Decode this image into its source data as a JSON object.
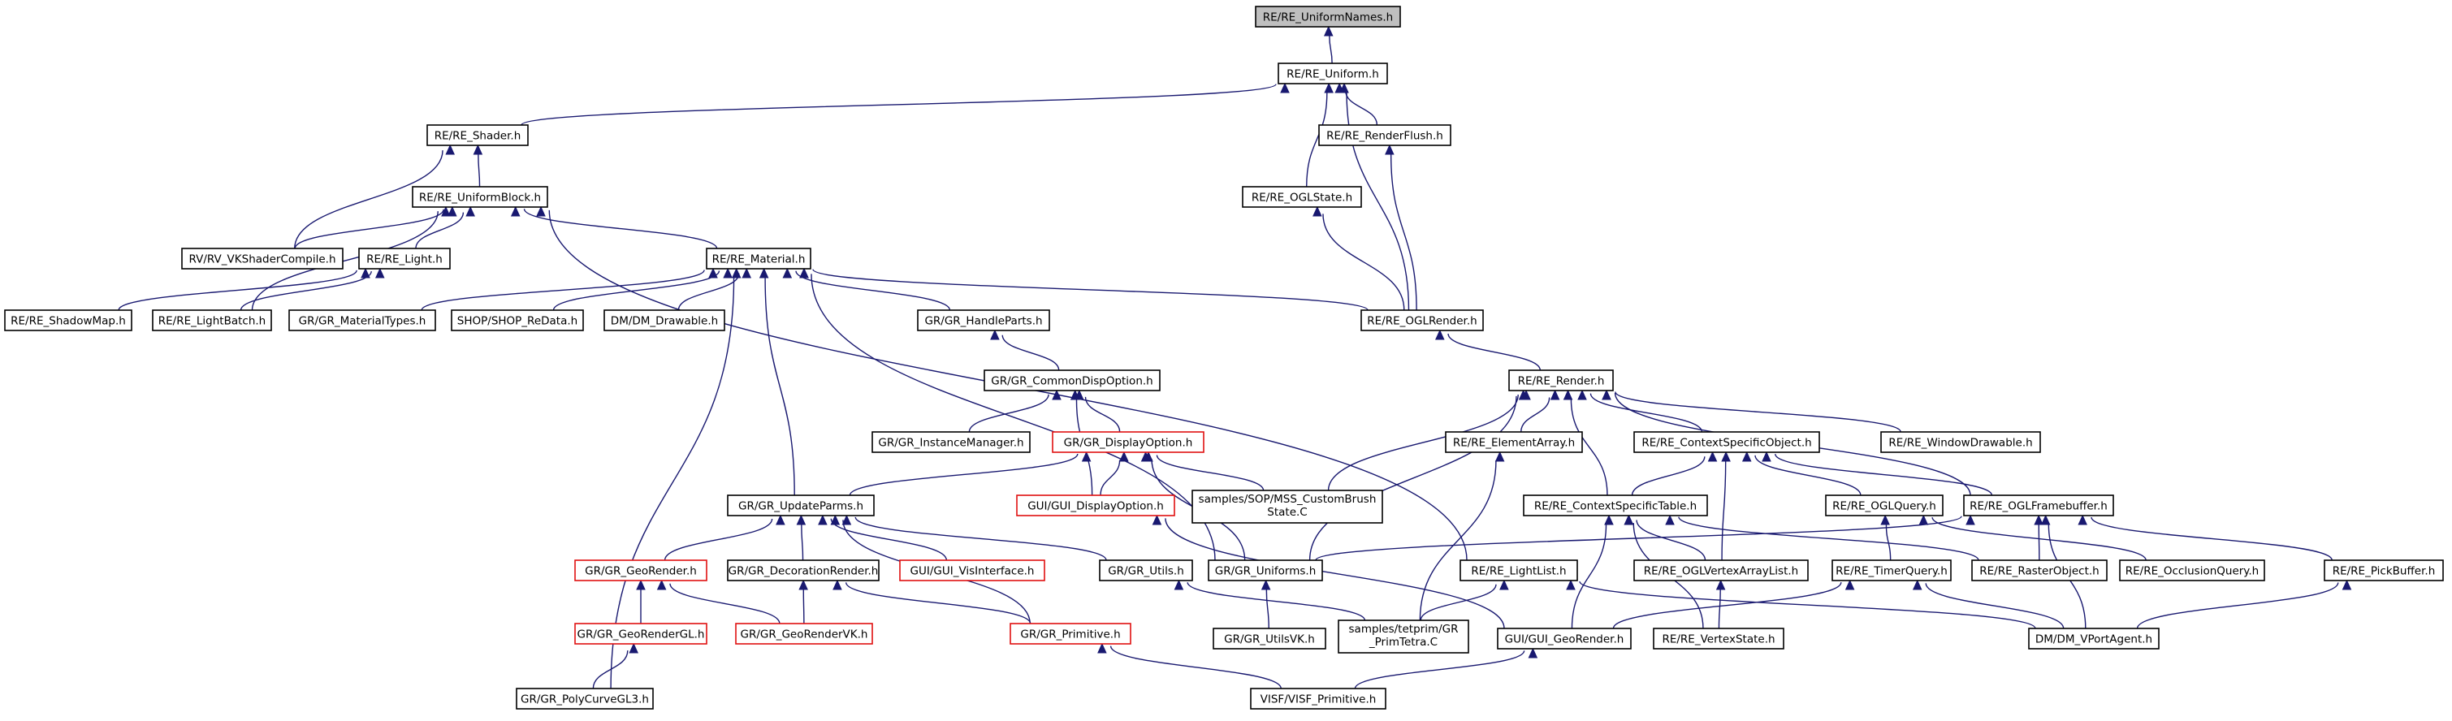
{
  "graph": {
    "edge_color": "#191970",
    "root_fill": "#bfbfbf",
    "truncated_border": "#e01010",
    "nodes": [
      {
        "id": "uniformnames",
        "label": "RE/RE_UniformNames.h",
        "root": true
      },
      {
        "id": "uniform",
        "label": "RE/RE_Uniform.h"
      },
      {
        "id": "shader",
        "label": "RE/RE_Shader.h"
      },
      {
        "id": "renderflush",
        "label": "RE/RE_RenderFlush.h"
      },
      {
        "id": "uniformblock",
        "label": "RE/RE_UniformBlock.h"
      },
      {
        "id": "oglstate",
        "label": "RE/RE_OGLState.h"
      },
      {
        "id": "vkshader",
        "label": "RV/RV_VKShaderCompile.h"
      },
      {
        "id": "light",
        "label": "RE/RE_Light.h"
      },
      {
        "id": "material",
        "label": "RE/RE_Material.h"
      },
      {
        "id": "shadowmap",
        "label": "RE/RE_ShadowMap.h"
      },
      {
        "id": "lightbatch",
        "label": "RE/RE_LightBatch.h"
      },
      {
        "id": "mattypes",
        "label": "GR/GR_MaterialTypes.h"
      },
      {
        "id": "shopredata",
        "label": "SHOP/SHOP_ReData.h"
      },
      {
        "id": "dmdrawable",
        "label": "DM/DM_Drawable.h"
      },
      {
        "id": "handleparts",
        "label": "GR/GR_HandleParts.h"
      },
      {
        "id": "oglrender",
        "label": "RE/RE_OGLRender.h"
      },
      {
        "id": "commondisp",
        "label": "GR/GR_CommonDispOption.h"
      },
      {
        "id": "render",
        "label": "RE/RE_Render.h"
      },
      {
        "id": "instmgr",
        "label": "GR/GR_InstanceManager.h"
      },
      {
        "id": "dispoption",
        "label": "GR/GR_DisplayOption.h",
        "truncated": true
      },
      {
        "id": "elemarray",
        "label": "RE/RE_ElementArray.h"
      },
      {
        "id": "ctxobj",
        "label": "RE/RE_ContextSpecificObject.h"
      },
      {
        "id": "windraw",
        "label": "RE/RE_WindowDrawable.h"
      },
      {
        "id": "updateparms",
        "label": "GR/GR_UpdateParms.h"
      },
      {
        "id": "guidispopt",
        "label": "GUI/GUI_DisplayOption.h",
        "truncated": true
      },
      {
        "id": "mss",
        "label": "samples/SOP/MSS_CustomBrush",
        "label2": "State.C"
      },
      {
        "id": "ctxtable",
        "label": "RE/RE_ContextSpecificTable.h"
      },
      {
        "id": "oglquery",
        "label": "RE/RE_OGLQuery.h"
      },
      {
        "id": "oglfb",
        "label": "RE/RE_OGLFramebuffer.h"
      },
      {
        "id": "georender",
        "label": "GR/GR_GeoRender.h",
        "truncated": true
      },
      {
        "id": "decorender",
        "label": "GR/GR_DecorationRender.h"
      },
      {
        "id": "visiface",
        "label": "GUI/GUI_VisInterface.h",
        "truncated": true
      },
      {
        "id": "grutils",
        "label": "GR/GR_Utils.h"
      },
      {
        "id": "gruniforms",
        "label": "GR/GR_Uniforms.h"
      },
      {
        "id": "lightlist",
        "label": "RE/RE_LightList.h"
      },
      {
        "id": "oglvao",
        "label": "RE/RE_OGLVertexArrayList.h"
      },
      {
        "id": "timerquery",
        "label": "RE/RE_TimerQuery.h"
      },
      {
        "id": "rasterobj",
        "label": "RE/RE_RasterObject.h"
      },
      {
        "id": "occlusion",
        "label": "RE/RE_OcclusionQuery.h"
      },
      {
        "id": "pickbuffer",
        "label": "RE/RE_PickBuffer.h"
      },
      {
        "id": "georendergl",
        "label": "GR/GR_GeoRenderGL.h",
        "truncated": true
      },
      {
        "id": "georendervk",
        "label": "GR/GR_GeoRenderVK.h",
        "truncated": true
      },
      {
        "id": "primitive",
        "label": "GR/GR_Primitive.h",
        "truncated": true
      },
      {
        "id": "utilsvk",
        "label": "GR/GR_UtilsVK.h"
      },
      {
        "id": "tetprim",
        "label": "samples/tetprim/GR",
        "label2": "_PrimTetra.C"
      },
      {
        "id": "guigeorender",
        "label": "GUI/GUI_GeoRender.h"
      },
      {
        "id": "vertexstate",
        "label": "RE/RE_VertexState.h"
      },
      {
        "id": "vportagent",
        "label": "DM/DM_VPortAgent.h"
      },
      {
        "id": "polycurve",
        "label": "GR/GR_PolyCurveGL3.h"
      },
      {
        "id": "visfprim",
        "label": "VISF/VISF_Primitive.h"
      }
    ]
  }
}
